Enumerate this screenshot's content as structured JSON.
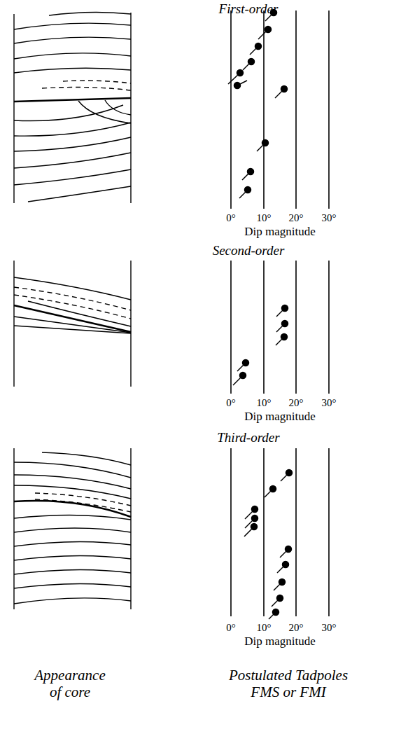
{
  "diagram": {
    "labels": [
      "First-order",
      "0°",
      "10°",
      "20°",
      "30°",
      "Dip magnitude",
      "Second-order",
      "0°",
      "10°",
      "20°",
      "30°",
      "Dip magnitude",
      "Third-order",
      "0°",
      "10°",
      "20°",
      "30°",
      "Dip magnitude",
      "Appearance of core",
      "Postulated Tadpoles FMS or FMI"
    ]
  }
}
